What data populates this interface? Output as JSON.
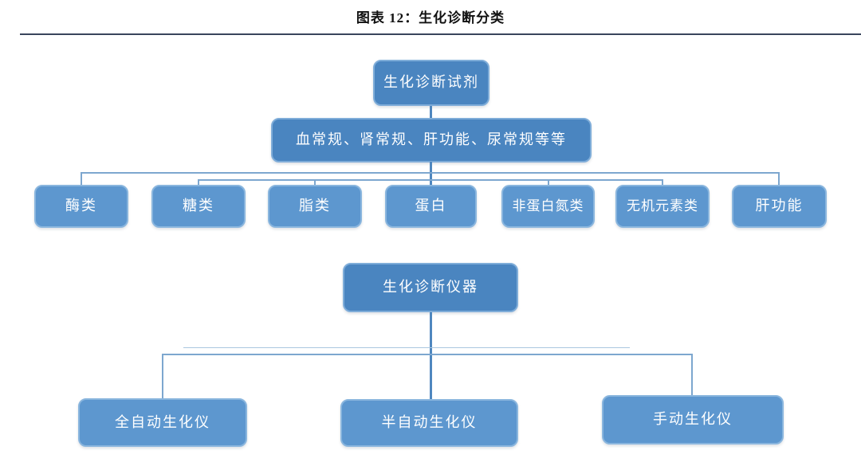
{
  "figure": {
    "title": "图表 12：生化诊断分类"
  },
  "reagent_tree": {
    "root": "生化诊断试剂",
    "subtitle": "血常规、肾常规、肝功能、尿常规等等",
    "children": [
      "酶类",
      "糖类",
      "脂类",
      "蛋白",
      "非蛋白氮类",
      "无机元素类",
      "肝功能"
    ]
  },
  "instrument_tree": {
    "root": "生化诊断仪器",
    "children": [
      "全自动生化仪",
      "半自动生化仪",
      "手动生化仪"
    ]
  },
  "colors": {
    "box_fill_dark": "#4a85c0",
    "box_fill_light": "#5d97cf",
    "box_border_dark": "#7fadd9",
    "box_border_light": "#8ab6de",
    "connector": "#7da7cf",
    "connector_strong": "#4f87bf",
    "connector_faint": "#aac7e0",
    "title_rule": "#39455c",
    "box_text": "#ffffff",
    "title_text": "#111111"
  }
}
